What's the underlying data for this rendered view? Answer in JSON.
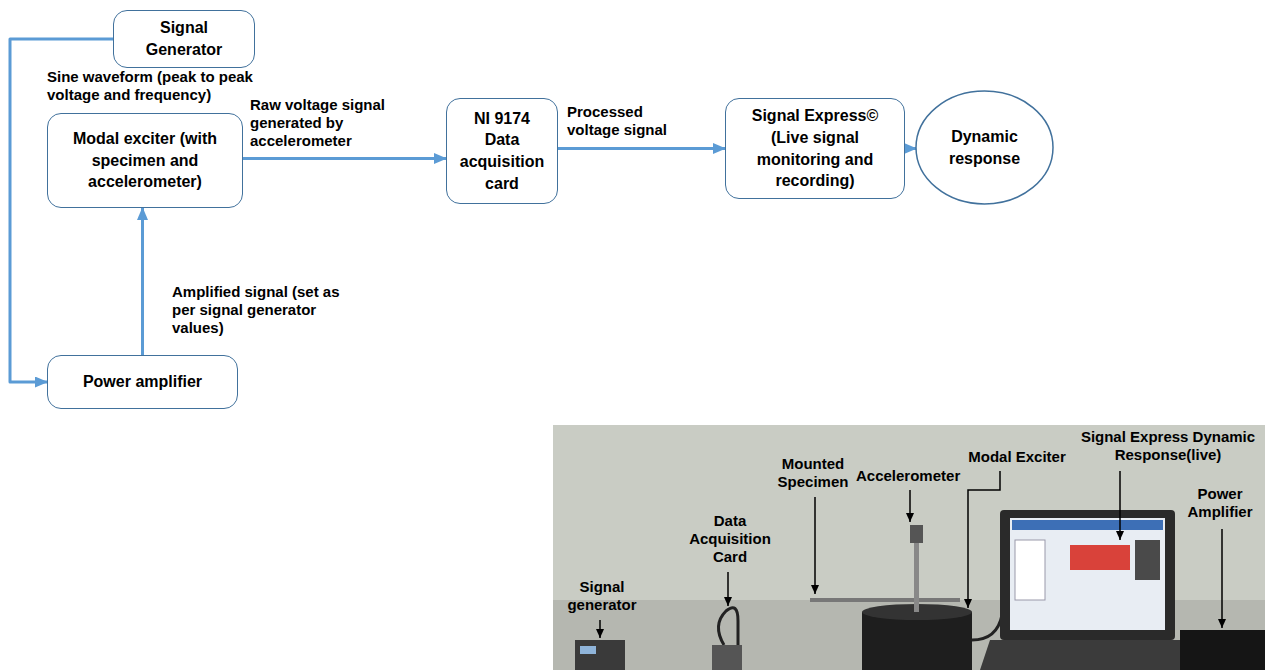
{
  "diagram": {
    "nodes": [
      {
        "text": [
          "Signal Generator"
        ]
      },
      {
        "text": [
          "Modal exciter (with specimen and accelerometer)"
        ]
      },
      {
        "text": [
          "NI 9174 Data acquisition card"
        ]
      },
      {
        "text": [
          "Signal Express©",
          "(Live signal monitoring and recording)"
        ]
      },
      {
        "text": [
          "Dynamic response"
        ]
      },
      {
        "text": [
          "Power amplifier"
        ]
      }
    ],
    "edges": [
      {
        "from": 0,
        "to": 5,
        "arrow": "to",
        "label": "Sine waveform (peak to peak voltage and frequency)"
      },
      {
        "from": 5,
        "to": 1,
        "arrow": "to",
        "label": "Amplified signal (set as per signal generator values)"
      },
      {
        "from": 1,
        "to": 2,
        "arrow": "to",
        "label": "Raw voltage signal generated by accelerometer"
      },
      {
        "from": 2,
        "to": 3,
        "arrow": "to",
        "label": "Processed voltage signal"
      },
      {
        "from": 3,
        "to": 4,
        "arrow": "to"
      }
    ],
    "labels": [
      "Signal Express Dynamic Response(live)",
      "Modal Exciter",
      "Mounted Specimen",
      "Accelerometer",
      "Power Amplifier",
      "Data Acquisition Card",
      "Signal generator"
    ]
  }
}
